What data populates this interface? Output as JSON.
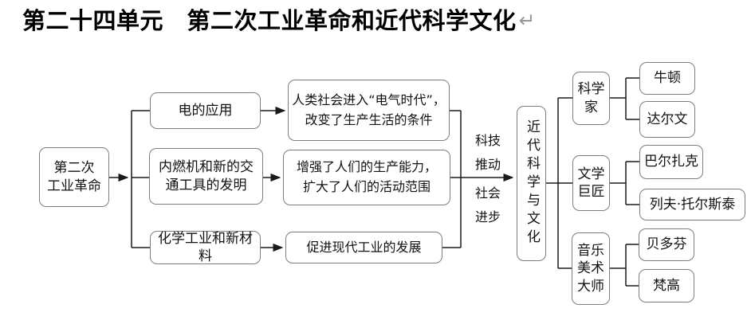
{
  "title": {
    "text": "第二十四单元　第二次工业革命和近代科学文化",
    "return_mark": "↵"
  },
  "diagram": {
    "root": {
      "label": "第二次\n工业革命"
    },
    "rows": [
      {
        "cause": "电的应用",
        "effect": "人类社会进入“电气时代”，\n改变了生产生活的条件"
      },
      {
        "cause": "内燃机和新的交\n通工具的发明",
        "effect": "增强了人们的生产能力，\n扩大了人们的活动范围"
      },
      {
        "cause": "化学工业和新材料",
        "effect": "促进现代工业的发展"
      }
    ],
    "bridge": {
      "label_top": "科技\n推动",
      "label_bottom": "社会\n进步",
      "full_label": "科技推动社会进步"
    },
    "hub": {
      "label": "近代科学与文化"
    },
    "branches": [
      {
        "category": "科学\n家",
        "members": [
          "牛顿",
          "达尔文"
        ]
      },
      {
        "category": "文学\n巨匠",
        "members": [
          "巴尔扎克",
          "列夫·托尔斯泰"
        ]
      },
      {
        "category": "音乐\n美术\n大师",
        "members": [
          "贝多芬",
          "梵高"
        ]
      }
    ]
  },
  "colors": {
    "box_border": "#7e7e7e",
    "connector_line": "#1a1a1a",
    "text": "#111111",
    "title_text": "#000000",
    "return_mark": "#9a9a9a",
    "background": "#ffffff"
  }
}
